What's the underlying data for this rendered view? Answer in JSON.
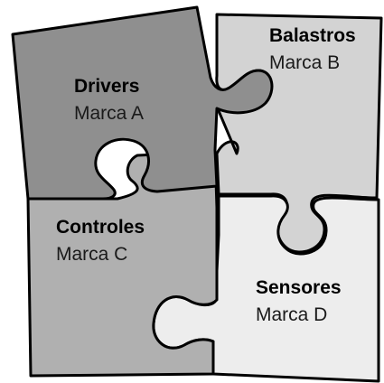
{
  "pieces": [
    {
      "id": "drivers",
      "title": "Drivers",
      "brand": "Marca A",
      "fill": "#8f8f8f"
    },
    {
      "id": "balastros",
      "title": "Balastros",
      "brand": "Marca B",
      "fill": "#d3d3d3"
    },
    {
      "id": "controles",
      "title": "Controles",
      "brand": "Marca C",
      "fill": "#b0b0b0"
    },
    {
      "id": "sensores",
      "title": "Sensores",
      "brand": "Marca D",
      "fill": "#ededed"
    }
  ],
  "colors": {
    "outline": "#000000",
    "background": "#ffffff"
  }
}
